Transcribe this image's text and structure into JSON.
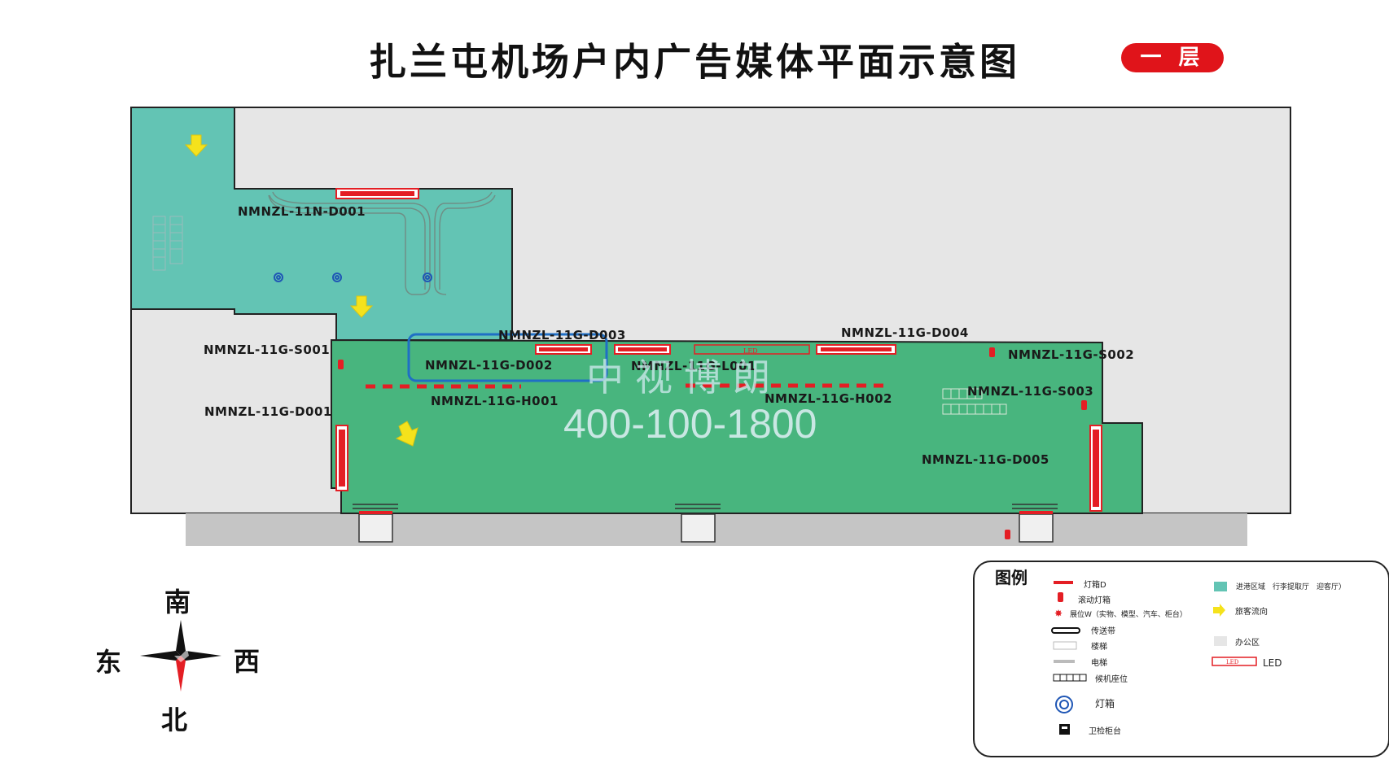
{
  "title": "扎兰屯机场户内广告媒体平面示意图",
  "floor_label": "一 层",
  "watermark": {
    "name": "中视博朗",
    "phone": "400-100-1800"
  },
  "led_mark": "LED",
  "media_codes": {
    "n_d001": "NMNZL-11N-D001",
    "d003": "NMNZL-11G-D003",
    "d004": "NMNZL-11G-D004",
    "s001": "NMNZL-11G-S001",
    "d002": "NMNZL-11G-D002",
    "l001": "NMNZL-11G-L001",
    "s002": "NMNZL-11G-S002",
    "s003": "NMNZL-11G-S003",
    "d001": "NMNZL-11G-D001",
    "h001": "NMNZL-11G-H001",
    "h002": "NMNZL-11G-H002",
    "d005": "NMNZL-11G-D005"
  },
  "compass": {
    "south": "南",
    "north": "北",
    "east": "东",
    "west": "西"
  },
  "legend": {
    "title": "图例",
    "items": {
      "lightbox_d": "灯箱D",
      "scroll_lightbox": "滚动灯箱",
      "exhibit": "展位W（实物、模型、汽车、柜台）",
      "conveyor": "传送带",
      "stairs": "楼梯",
      "elevator": "电梯",
      "seating": "候机座位",
      "lightbox_round": "灯箱",
      "security_counter": "卫检柜台",
      "arrival_area": "进港区域　行李提取厅　迎客厅）",
      "passenger_flow": "旅客流向",
      "office": "办公区",
      "led": "LED"
    }
  },
  "colors": {
    "arrival_teal": "#63c4b4",
    "hall_green": "#48b57e",
    "office_gray": "#e6e6e6",
    "road_gray": "#c5c5c5",
    "ad_red": "#e41e24",
    "arrow_yellow": "#f5e21c",
    "highlight_blue": "#1f6fc5",
    "badge_red": "#e0141a"
  }
}
